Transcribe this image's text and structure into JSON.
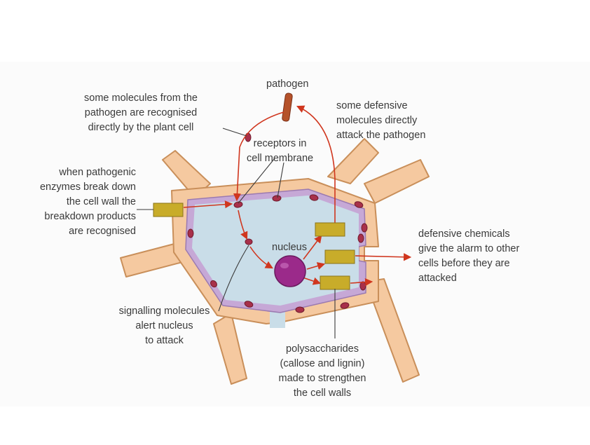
{
  "labels": {
    "pathogen": [
      "pathogen"
    ],
    "recognised_directly": [
      "some molecules from the",
      "pathogen are recognised",
      "directly by the plant cell"
    ],
    "defensive_attack": [
      "some defensive",
      "molecules directly",
      "attack the pathogen"
    ],
    "receptors": [
      "receptors in",
      "cell membrane"
    ],
    "enzymes": [
      "when pathogenic",
      "enzymes break down",
      "the cell wall the",
      "breakdown products",
      "are recognised"
    ],
    "nucleus": [
      "nucleus"
    ],
    "alarm": [
      "defensive chemicals",
      "give the alarm to other",
      "cells before they are",
      "attacked"
    ],
    "signalling": [
      "signalling molecules",
      "alert nucleus",
      "to attack"
    ],
    "polysaccharides": [
      "polysaccharides",
      "(callose and lignin)",
      "made to strengthen",
      "the cell walls"
    ]
  },
  "colors": {
    "wall_fill": "#f5c9a0",
    "wall_stroke": "#c98f5a",
    "membrane": "#c6a8d6",
    "cytoplasm": "#c9dde8",
    "receptor": "#a8304a",
    "nucleus": "#9b2a8a",
    "arrow": "#d0361e",
    "box_fill": "#c8ac2a",
    "box_stroke": "#8a741a",
    "pathogen": "#b5522a",
    "leader": "#3a3a3a"
  }
}
